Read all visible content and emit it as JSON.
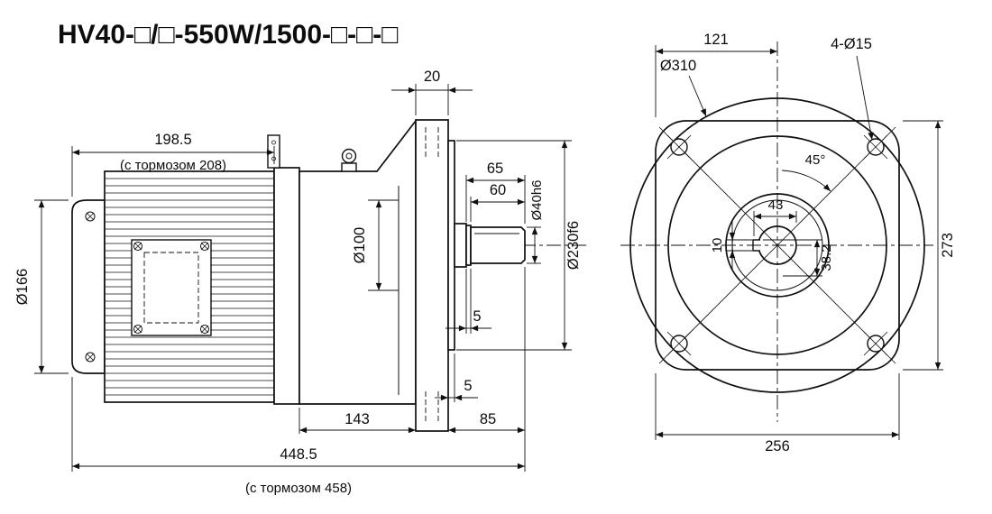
{
  "title": "HV40-□/□-550W/1500-□-□-□",
  "line_color": "#101010",
  "side_view": {
    "motor_length": "198.5",
    "motor_length_brake": "(с тормозом 208)",
    "flange_thickness": "20",
    "shaft_total": "65",
    "shaft_usable": "60",
    "shaft_dia": "Ø40h6",
    "bore_dia": "Ø100",
    "spigot_dia": "Ø230f6",
    "motor_dia": "Ø166",
    "shoulder_step": "5",
    "gearbox_length": "143",
    "spigot_step": "5",
    "shaft_overhang": "85",
    "overall_length": "448.5",
    "overall_length_brake": "(с тормозом 458)"
  },
  "front_view": {
    "center_offset": "121",
    "housing_dia": "Ø310",
    "mounting_holes": "4-Ø15",
    "hole_angle": "45°",
    "keyway_span": "43",
    "keyway_width": "10",
    "keyway_depth": "38.2",
    "flange_height": "273",
    "flange_width": "256"
  }
}
